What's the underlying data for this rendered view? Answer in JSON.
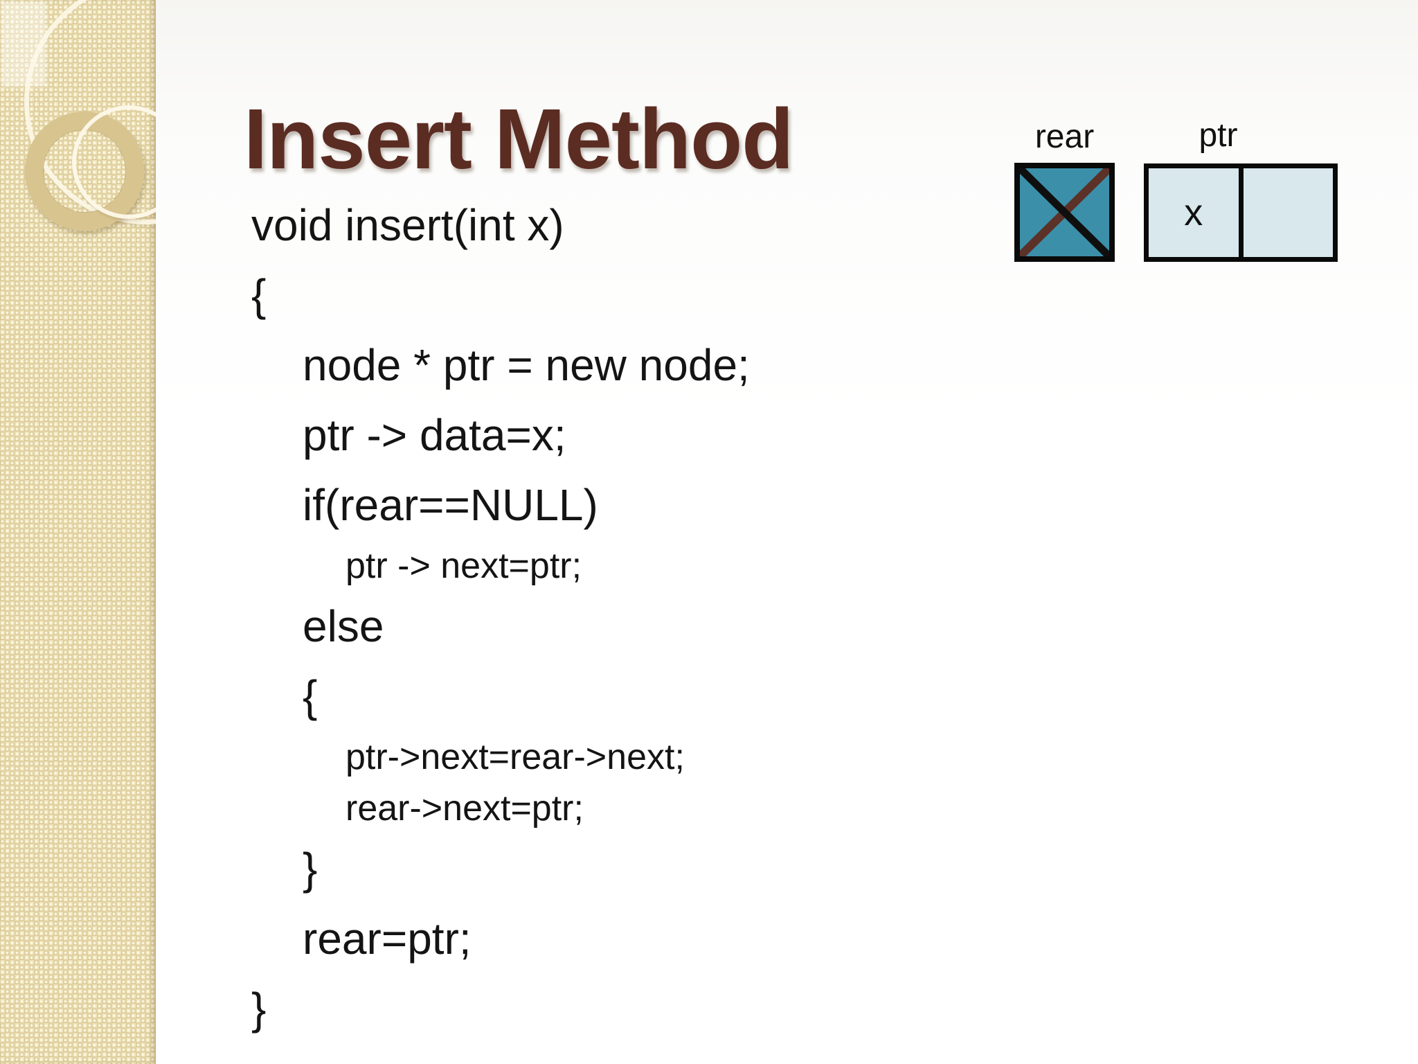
{
  "slide": {
    "title": "Insert Method",
    "code_lines": [
      {
        "text": "void insert(int x)"
      },
      {
        "text": "{"
      },
      {
        "text": "node * ptr = new node;"
      },
      {
        "text": "ptr -> data=x;"
      },
      {
        "text": "if(rear==NULL)"
      },
      {
        "text": "ptr -> next=ptr;"
      },
      {
        "text": "else"
      },
      {
        "text": "{"
      },
      {
        "text": "ptr->next=rear->next;"
      },
      {
        "text": "rear->next=ptr;"
      },
      {
        "text": "}"
      },
      {
        "text": "rear=ptr;"
      },
      {
        "text": "}"
      }
    ]
  },
  "diagram": {
    "rear_label": "rear",
    "ptr_label": "ptr",
    "ptr_left_cell_value": "x",
    "colors": {
      "rear_fill": "#3b8fa9",
      "cross_black": "#0f0f0f",
      "cross_brown": "#5c3128",
      "ptr_fill": "#d8e8ec",
      "box_border": "#0a0a0a"
    }
  },
  "colors": {
    "title_text": "#5b2c22",
    "code_text": "#141414",
    "sidebar_base": "#ecdfb4",
    "sidebar_ring": "#d8c48f"
  }
}
